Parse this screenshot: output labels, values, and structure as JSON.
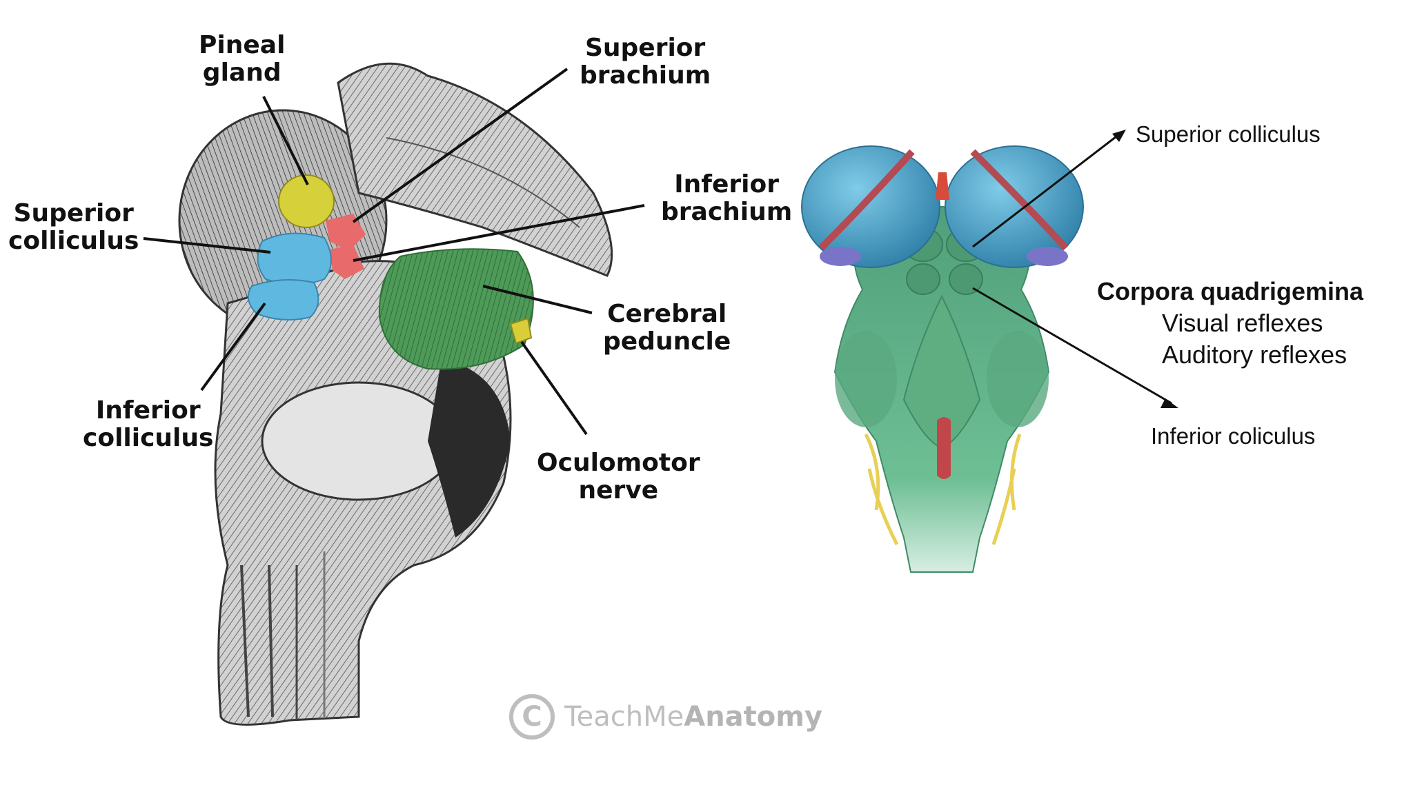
{
  "left_diagram": {
    "labels": {
      "pineal_gland": [
        "Pineal",
        "gland"
      ],
      "superior_brachium": [
        "Superior",
        "brachium"
      ],
      "inferior_brachium": [
        "Inferior",
        "brachium"
      ],
      "superior_colliculus": [
        "Superior",
        "colliculus"
      ],
      "cerebral_peduncle": [
        "Cerebral",
        "peduncle"
      ],
      "inferior_colliculus": [
        "Inferior",
        "colliculus"
      ],
      "oculomotor_nerve": [
        "Oculomotor",
        "nerve"
      ]
    }
  },
  "right_diagram": {
    "superior_colliculus": "Superior colliculus",
    "inferior_colliculus": "Inferior coliculus",
    "corpora": {
      "title": "Corpora quadrigemina",
      "lines": [
        "Visual reflexes",
        "Auditory reflexes"
      ]
    }
  },
  "watermark": {
    "symbol": "C",
    "prefix": "TeachMe",
    "emphasis": "Anatomy"
  },
  "colors": {
    "pineal": "#d6d13a",
    "colliculi": "#5fb8e0",
    "brachium": "#e86a6a",
    "peduncle": "#3f8f4a",
    "nerve": "#d9cd3a",
    "right_brainstem": "#5fae82",
    "right_colliculi": "#3f9ab8"
  }
}
